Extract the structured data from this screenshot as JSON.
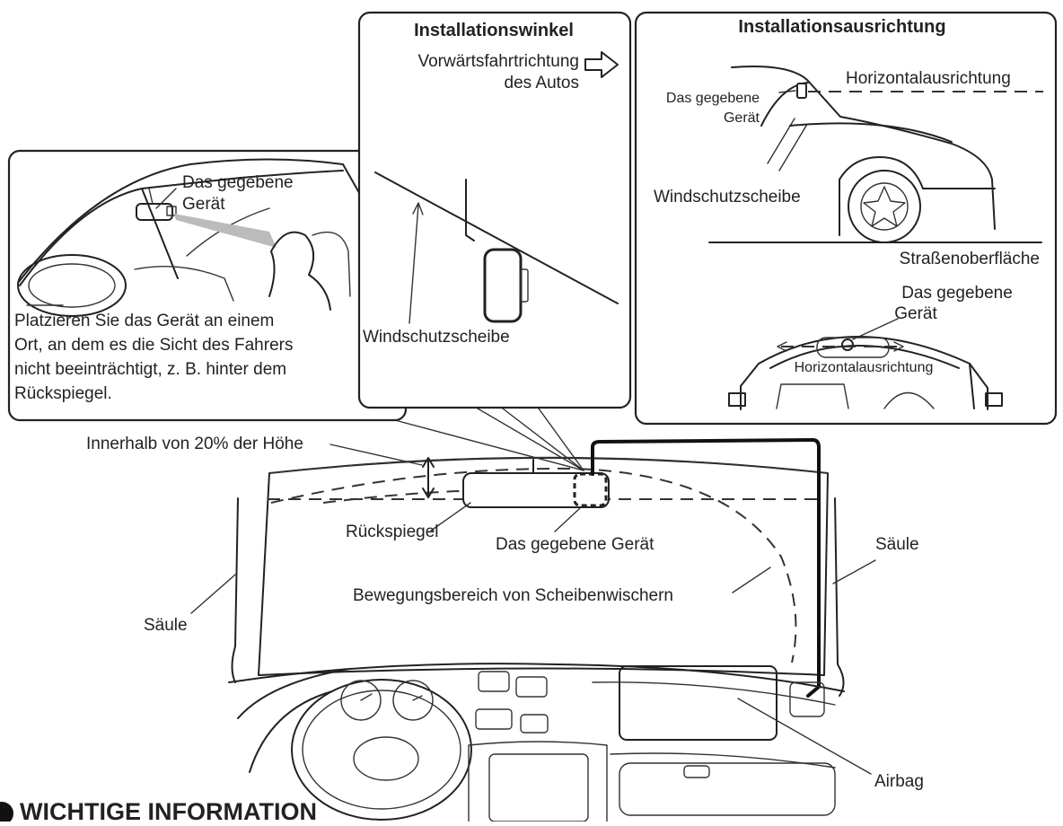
{
  "labels": {
    "angle_title": "Installationswinkel",
    "orientation_title": "Installationsausrichtung",
    "forward_line1": "Vorwärtsfahrtrichtung",
    "forward_line2": "des Autos",
    "horizontal_alignment": "Horizontalausrichtung",
    "device_line1": "Das gegebene",
    "device_line2": "Gerät",
    "windshield": "Windschutzscheibe",
    "road_surface": "Straßenoberfläche",
    "placement_note": [
      "Platzieren Sie das Gerät an einem",
      "Ort, an dem es die Sicht des Fahrers",
      "nicht beeinträchtigt, z. B. hinter dem",
      "Rückspiegel."
    ],
    "within_height": "Innerhalb von 20% der Höhe",
    "rear_mirror": "Rückspiegel",
    "given_device": "Das gegebene Gerät",
    "pillar": "Säule",
    "wiper_range": "Bewegungsbereich von Scheibenwischern",
    "airbag": "Airbag",
    "important_info": "WICHTIGE INFORMATION"
  },
  "icons": [
    "forward-arrow-icon",
    "info-icon"
  ]
}
